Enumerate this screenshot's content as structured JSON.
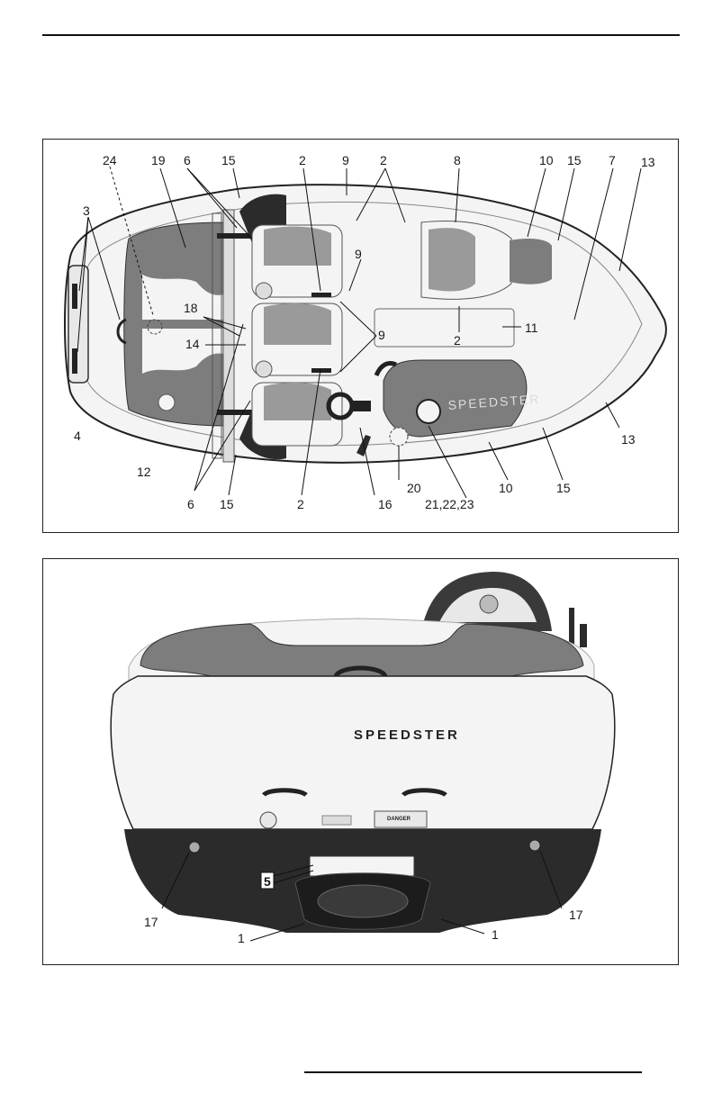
{
  "top_view": {
    "callouts": {
      "c24": "24",
      "c19": "19",
      "c6a": "6",
      "c15a": "15",
      "c2a": "2",
      "c9a": "9",
      "c2b": "2",
      "c8": "8",
      "c10a": "10",
      "c15b": "15",
      "c7": "7",
      "c13a": "13",
      "c3": "3",
      "c9b": "9",
      "c18": "18",
      "c14": "14",
      "c11": "11",
      "c9c": "9",
      "c2c": "2",
      "c4": "4",
      "c13b": "13",
      "c12": "12",
      "c6b": "6",
      "c15c": "15",
      "c2d": "2",
      "c16": "16",
      "c20": "20",
      "c10b": "10",
      "c15d": "15",
      "c212223": "21,22,23"
    },
    "hull_text": "SPEEDSTER"
  },
  "rear_view": {
    "callouts": {
      "c5": "5",
      "c17a": "17",
      "c17b": "17",
      "c1a": "1",
      "c1b": "1"
    },
    "brand_text": "SPEEDSTER",
    "warning_label": "DANGER"
  },
  "colors": {
    "hull": "#f4f4f4",
    "accent": "#7d7d7d",
    "dark": "#2b2b2b",
    "mid": "#a9a9a9"
  }
}
